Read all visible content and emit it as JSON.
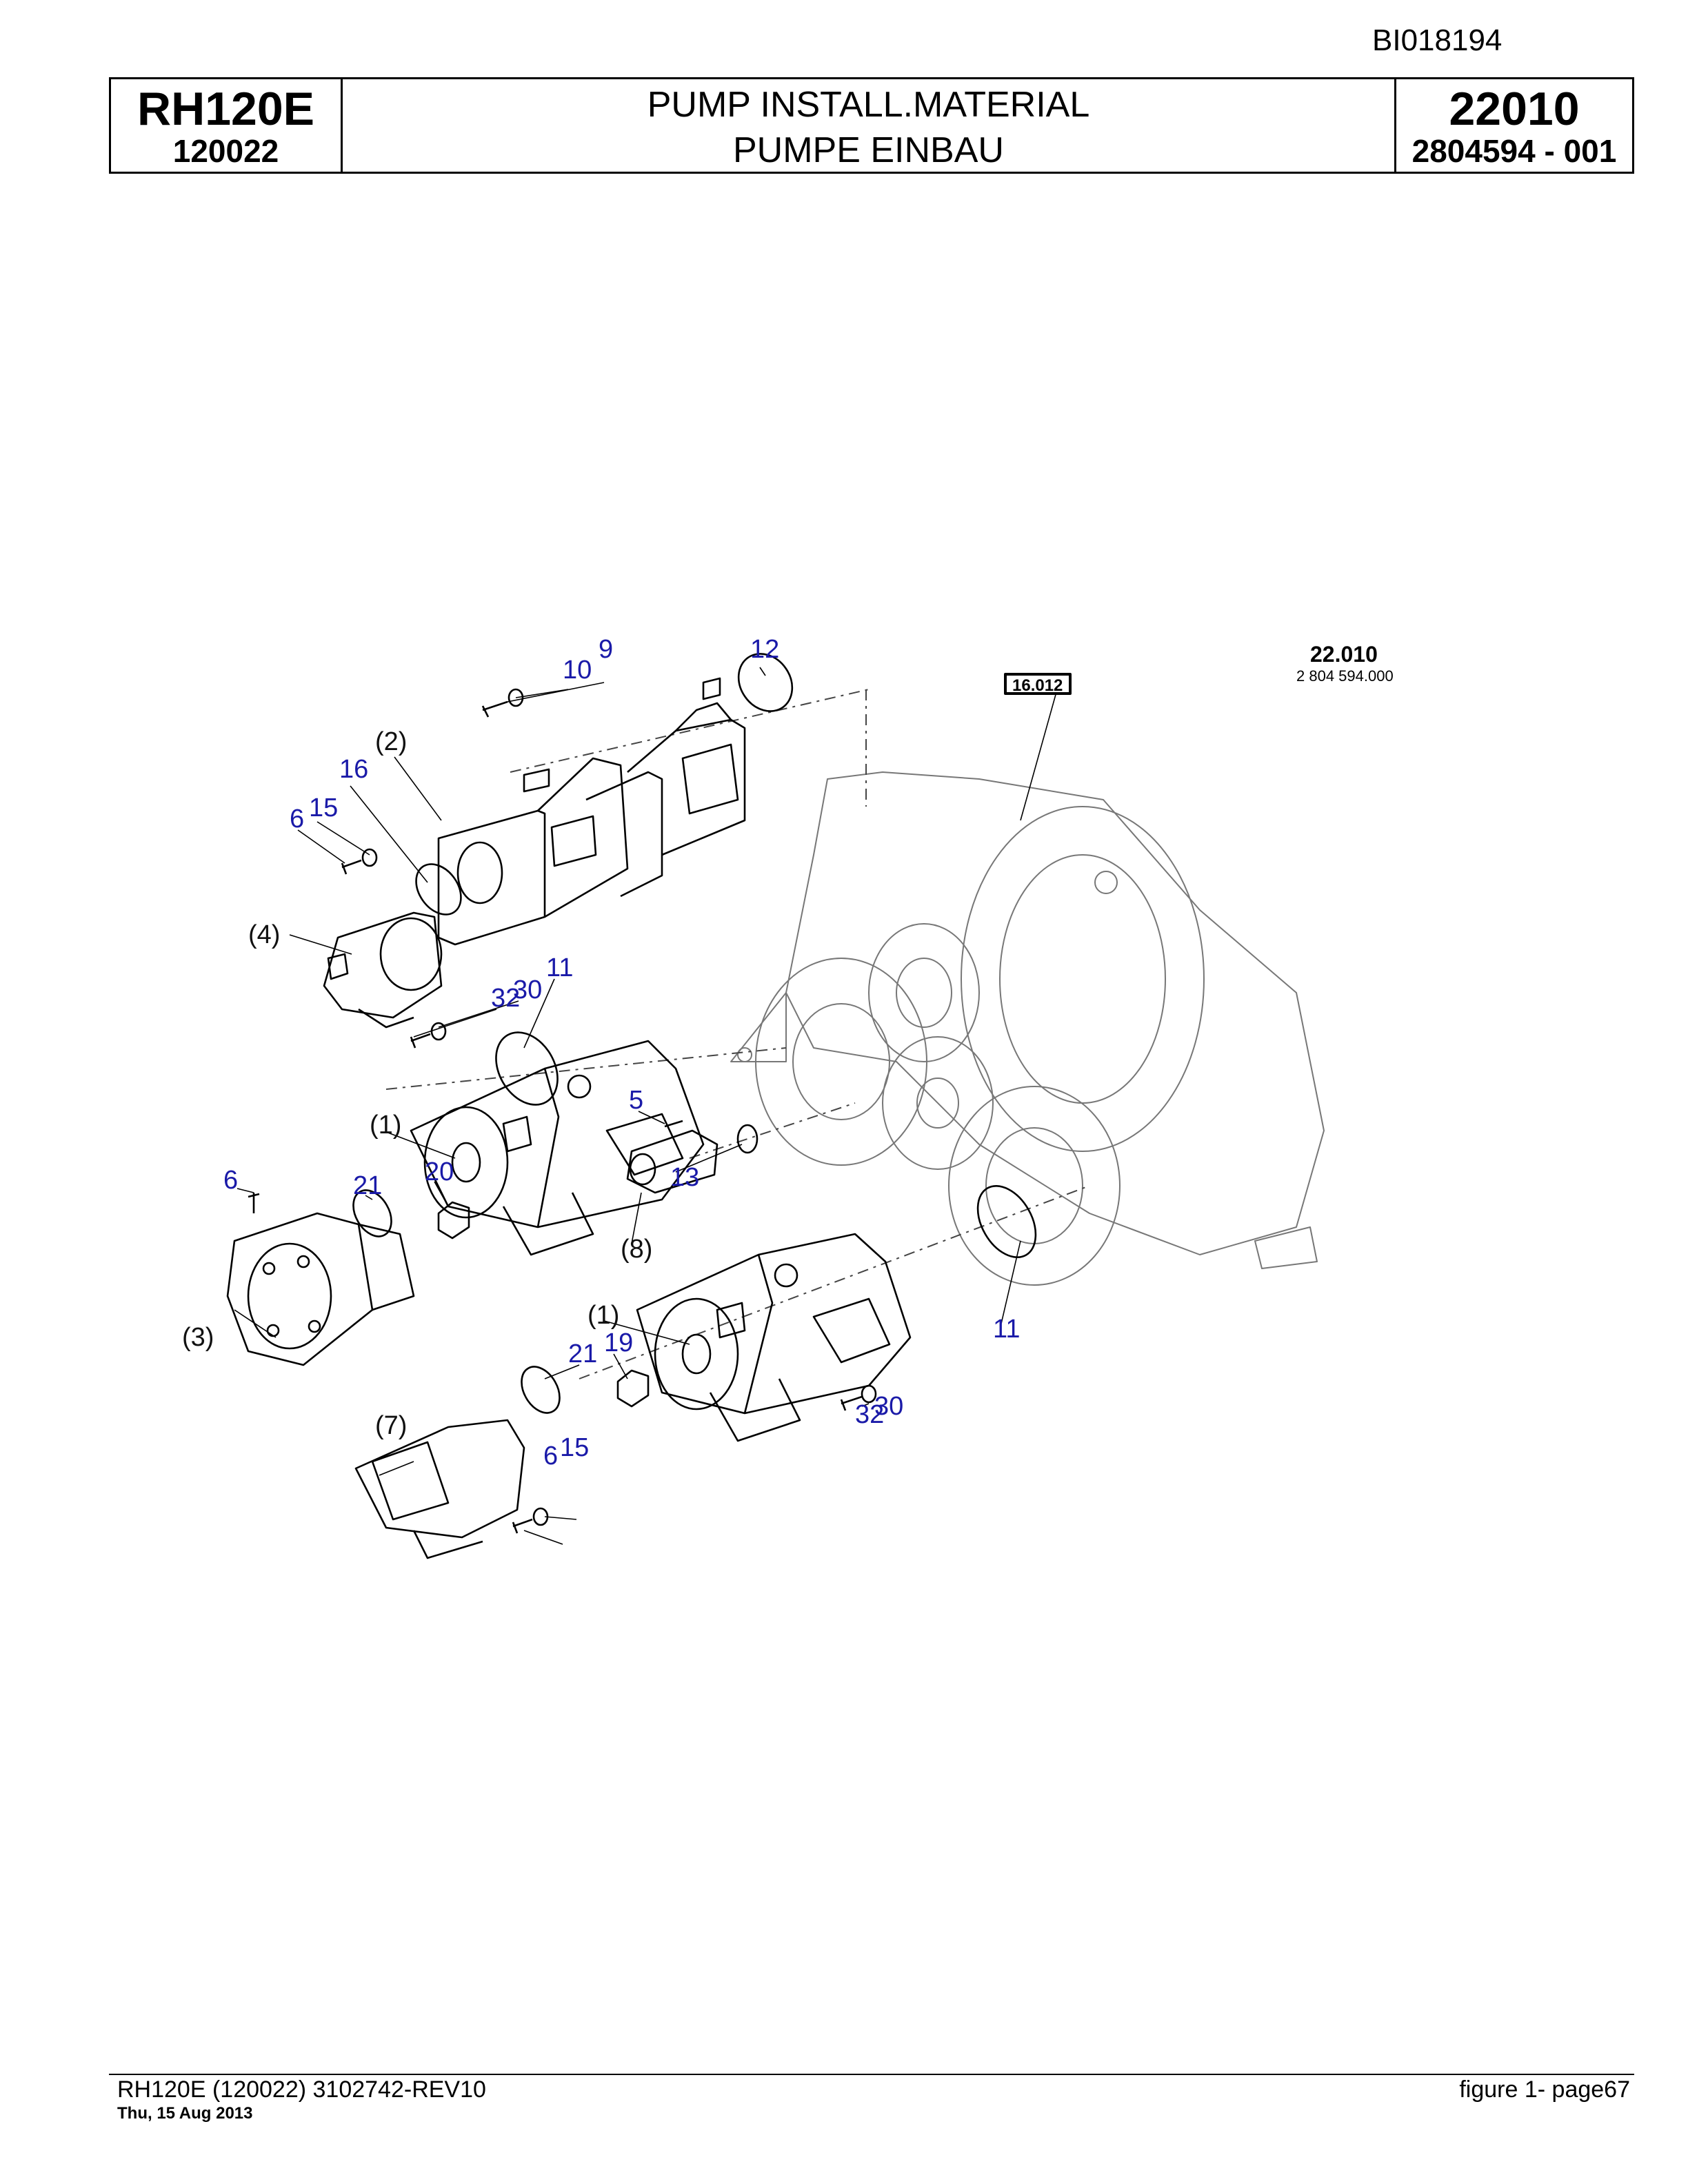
{
  "doc_ref": "BI018194",
  "header": {
    "model": "RH120E",
    "serial": "120022",
    "title_en": "PUMP INSTALL.MATERIAL",
    "title_de": "PUMPE EINBAU",
    "group": "22010",
    "part_no": "2804594  - 001"
  },
  "drawing": {
    "ref_title": "22.010",
    "ref_number": "2 804 594.000",
    "ref_box": "16.012",
    "callouts": {
      "c9": "9",
      "c10": "10",
      "c12": "12",
      "c2": "(2)",
      "c16": "16",
      "c15a": "15",
      "c6a": "6",
      "c4": "(4)",
      "c11a": "11",
      "c30a": "30",
      "c32a": "32",
      "c5": "5",
      "c13": "13",
      "c8": "(8)",
      "c1a": "(1)",
      "c20": "20",
      "c6b": "6",
      "c21a": "21",
      "c3": "(3)",
      "c11b": "11",
      "c1b": "(1)",
      "c19": "19",
      "c21b": "21",
      "c30b": "30",
      "c32b": "32",
      "c7": "(7)",
      "c15b": "15",
      "c6c": "6"
    }
  },
  "footer": {
    "left": "RH120E (120022) 3102742-REV10",
    "date": "Thu, 15 Aug 2013",
    "right": "figure  1- page67"
  }
}
